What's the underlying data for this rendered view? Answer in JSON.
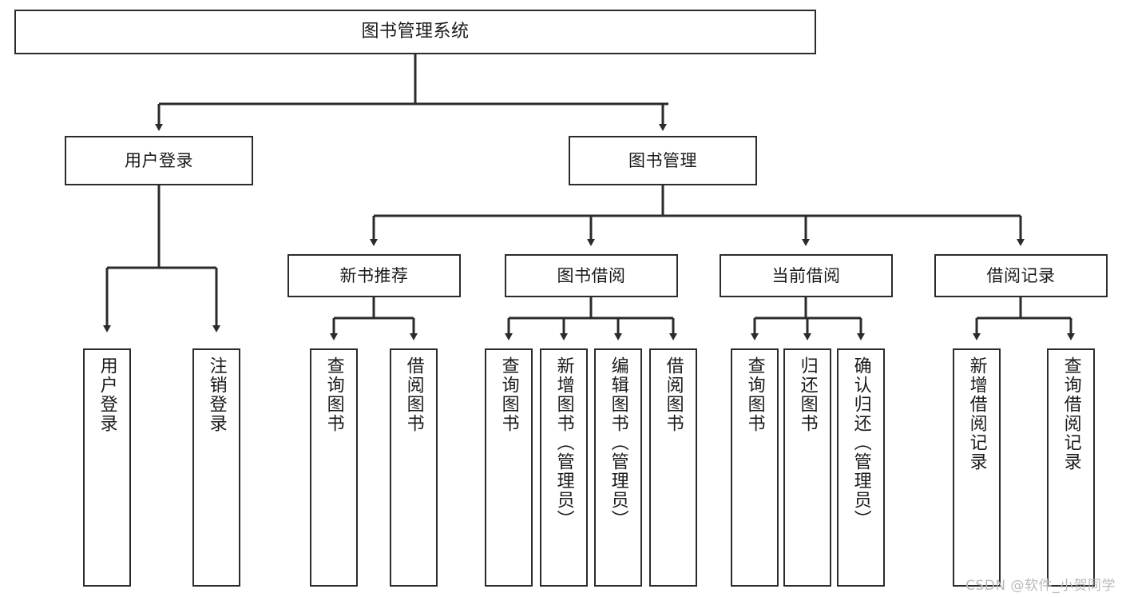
{
  "diagram": {
    "type": "tree-hierarchy-chart",
    "title": "图书管理系统",
    "orientation": "top-down",
    "colors": {
      "box_border": "#2b2b2b",
      "box_fill": "#ffffff",
      "connector": "#2b2b2b",
      "text": "#1a1a1a",
      "watermark": "#b9b9b9",
      "background": "#ffffff"
    },
    "root": {
      "label": "图书管理系统"
    },
    "level2": [
      {
        "id": "user-login",
        "label": "用户登录"
      },
      {
        "id": "book-manage",
        "label": "图书管理"
      }
    ],
    "level3": [
      {
        "id": "new-book-rec",
        "label": "新书推荐"
      },
      {
        "id": "book-borrow",
        "label": "图书借阅"
      },
      {
        "id": "current-borrow",
        "label": "当前借阅"
      },
      {
        "id": "borrow-record",
        "label": "借阅记录"
      }
    ],
    "leaves": {
      "user_login": [
        {
          "id": "leaf-user-login",
          "label": "用户登录"
        },
        {
          "id": "leaf-logout-login",
          "label": "注销登录"
        }
      ],
      "new_book_rec": [
        {
          "id": "leaf-query-book-1",
          "label": "查询图书"
        },
        {
          "id": "leaf-borrow-book-1",
          "label": "借阅图书"
        }
      ],
      "book_borrow": [
        {
          "id": "leaf-query-book-2",
          "label": "查询图书"
        },
        {
          "id": "leaf-add-book",
          "label": "新增图书（管理员）"
        },
        {
          "id": "leaf-edit-book",
          "label": "编辑图书（管理员）"
        },
        {
          "id": "leaf-borrow-book-2",
          "label": "借阅图书"
        }
      ],
      "current_borrow": [
        {
          "id": "leaf-query-book-3",
          "label": "查询图书"
        },
        {
          "id": "leaf-return-book",
          "label": "归还图书"
        },
        {
          "id": "leaf-confirm-return",
          "label": "确认归还（管理员）"
        }
      ],
      "borrow_record": [
        {
          "id": "leaf-add-record",
          "label": "新增借阅记录"
        },
        {
          "id": "leaf-query-record",
          "label": "查询借阅记录"
        }
      ]
    }
  },
  "watermark": {
    "text": "CSDN @软件_小贺同学"
  }
}
